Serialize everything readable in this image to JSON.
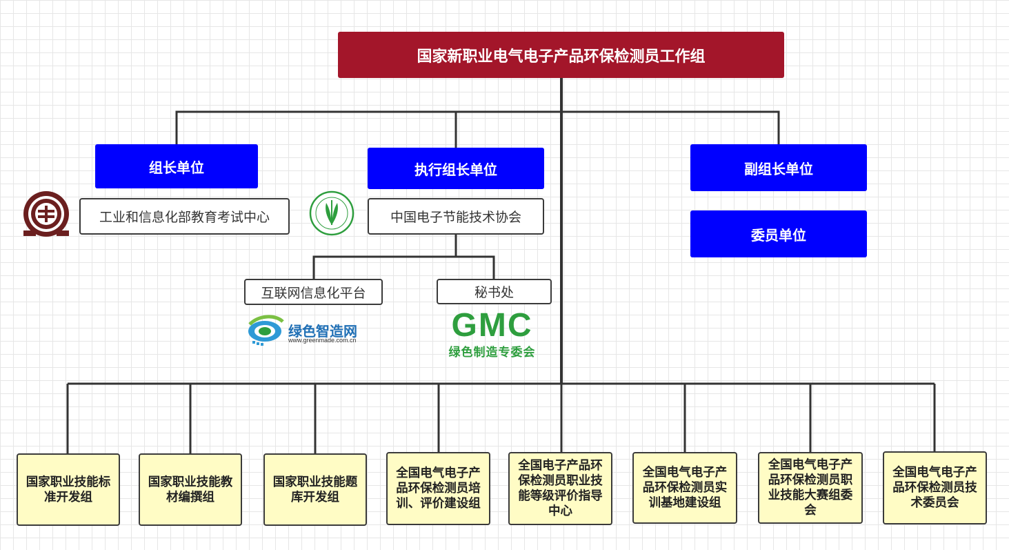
{
  "title": "国家新职业电气电子产品环保检测员工作组",
  "blue_boxes": {
    "leader": "组长单位",
    "exec_leader": "执行组长单位",
    "vice_leader": "副组长单位",
    "member": "委员单位"
  },
  "white_boxes": {
    "miit_center": "工业和信息化部教育考试中心",
    "cecc_assoc": "中国电子节能技术协会",
    "internet_platform": "互联网信息化平台",
    "secretariat": "秘书处"
  },
  "logos": {
    "greenmade_text": "绿色智造网",
    "greenmade_url": "www.greenmade.com.cn",
    "gmc_text": "GMC",
    "gmc_sub": "绿色制造专委会"
  },
  "groups": [
    "国家职业技能标准开发组",
    "国家职业技能教材编撰组",
    "国家职业技能题库开发组",
    "全国电气电子产品环保检测员培训、评价建设组",
    "全国电子产品环保检测员职业技能等级评价指导中心",
    "全国电气电子产品环保检测员实训基地建设组",
    "全国电气电子产品环保检测员职业技能大赛组委会",
    "全国电气电子产品环保检测员技术委员会"
  ],
  "colors": {
    "title_bg": "#a3162a",
    "blue_bg": "#0000ff",
    "yellow_bg": "#fffcc5",
    "line": "#333333",
    "green": "#2e9e3e"
  }
}
